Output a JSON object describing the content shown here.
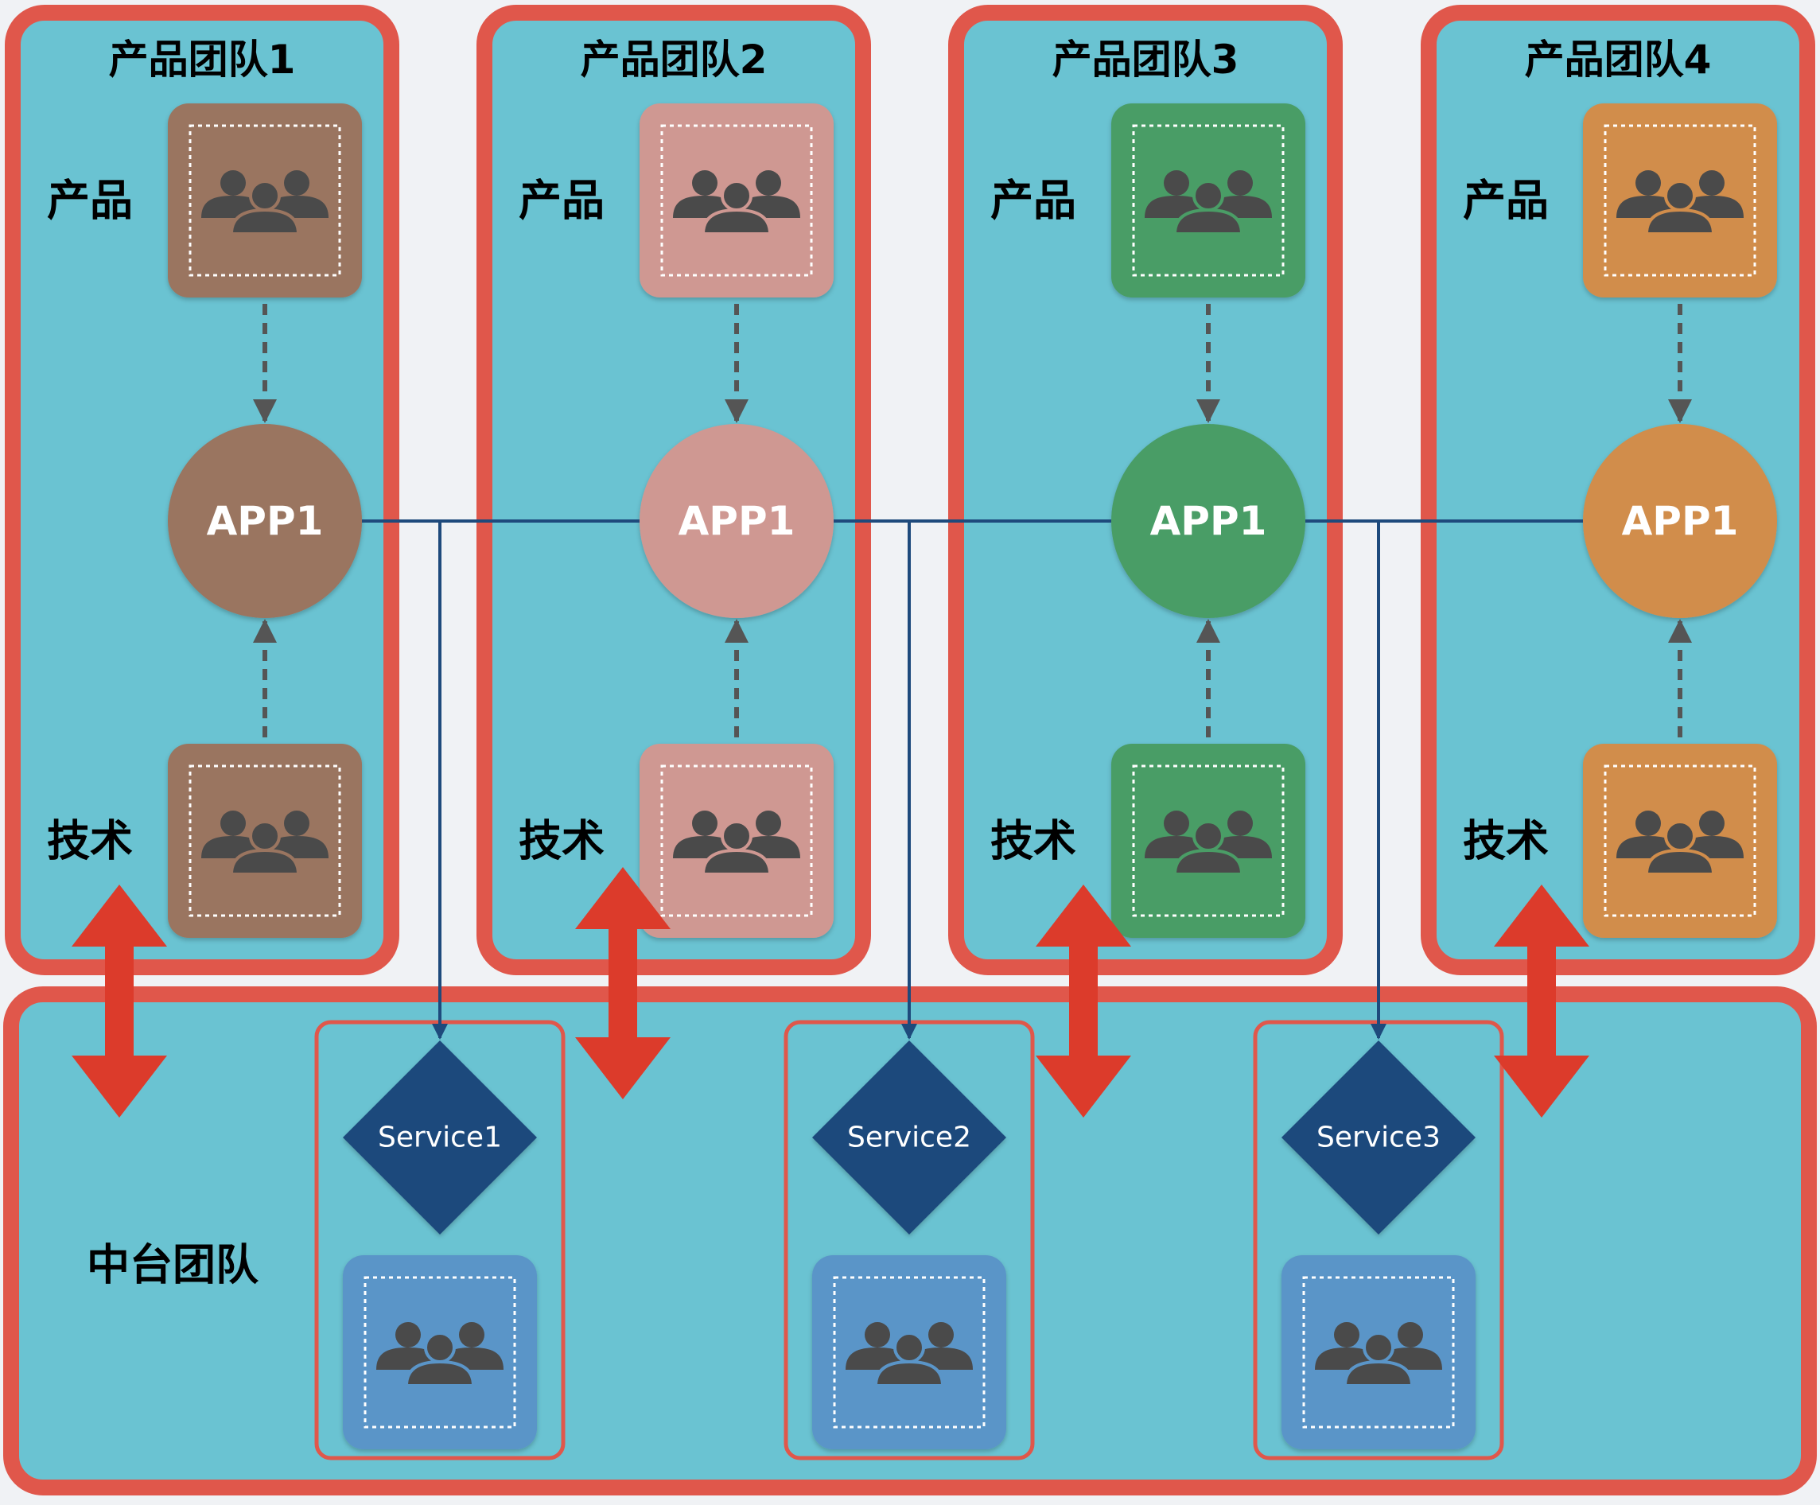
{
  "colors": {
    "panel_fill": "#6ac3d2",
    "panel_border": "#e0574b",
    "link_line": "#1e4a7c",
    "service_diamond": "#1e4a7c",
    "arrow_red": "#dc3b2b",
    "dashed_arrow": "#555555",
    "icon_people": "#4a4a4a",
    "hub_team_tile": "#5a95c8"
  },
  "product_teams": [
    {
      "title": "产品团队1",
      "color": "#9a7560",
      "product_label": "产品",
      "tech_label": "技术",
      "app_label": "APP1",
      "product_icon": "people-group-icon",
      "tech_icon": "people-group-icon"
    },
    {
      "title": "产品团队2",
      "color": "#cf9892",
      "product_label": "产品",
      "tech_label": "技术",
      "app_label": "APP1",
      "product_icon": "people-group-icon",
      "tech_icon": "people-group-icon"
    },
    {
      "title": "产品团队3",
      "color": "#4a9d66",
      "product_label": "产品",
      "tech_label": "技术",
      "app_label": "APP1",
      "product_icon": "people-group-icon",
      "tech_icon": "people-group-icon"
    },
    {
      "title": "产品团队4",
      "color": "#d18d4b",
      "product_label": "产品",
      "tech_label": "技术",
      "app_label": "APP1",
      "product_icon": "people-group-icon",
      "tech_icon": "people-group-icon"
    }
  ],
  "middle_platform": {
    "label": "中台团队",
    "services": [
      {
        "label": "Service1",
        "team_icon": "people-group-icon"
      },
      {
        "label": "Service2",
        "team_icon": "people-group-icon"
      },
      {
        "label": "Service3",
        "team_icon": "people-group-icon"
      }
    ]
  },
  "connectors": {
    "product_to_app": "dashed-arrow",
    "tech_to_app": "dashed-arrow",
    "app_bus_to_service": "solid-arrow",
    "team_to_platform": "double-headed-red-arrow"
  }
}
